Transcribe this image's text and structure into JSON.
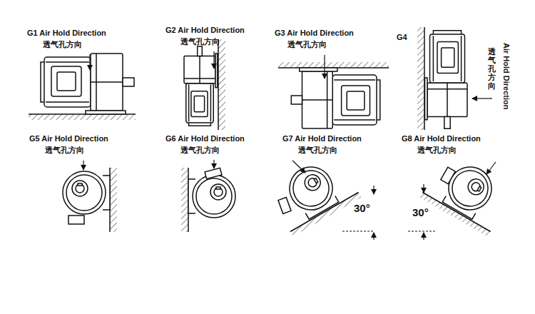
{
  "diagram": {
    "labels": [
      "G1 Air Hold Direction",
      "透气孔方向",
      "G2 Air Hold Direction",
      "透气孔方向",
      "G3 Air Hold Direction",
      "透气孔方向",
      "G4",
      "Air Hold Direction",
      "透气孔方向",
      "G5 Air Hold Direction",
      "透气孔方向",
      "G6 Air Hold Direction",
      "透气孔方向",
      "G7 Air Hold Direction",
      "透气孔方向",
      "G8 Air Hold Direction",
      "透气孔方向",
      "30°",
      "30°"
    ]
  }
}
